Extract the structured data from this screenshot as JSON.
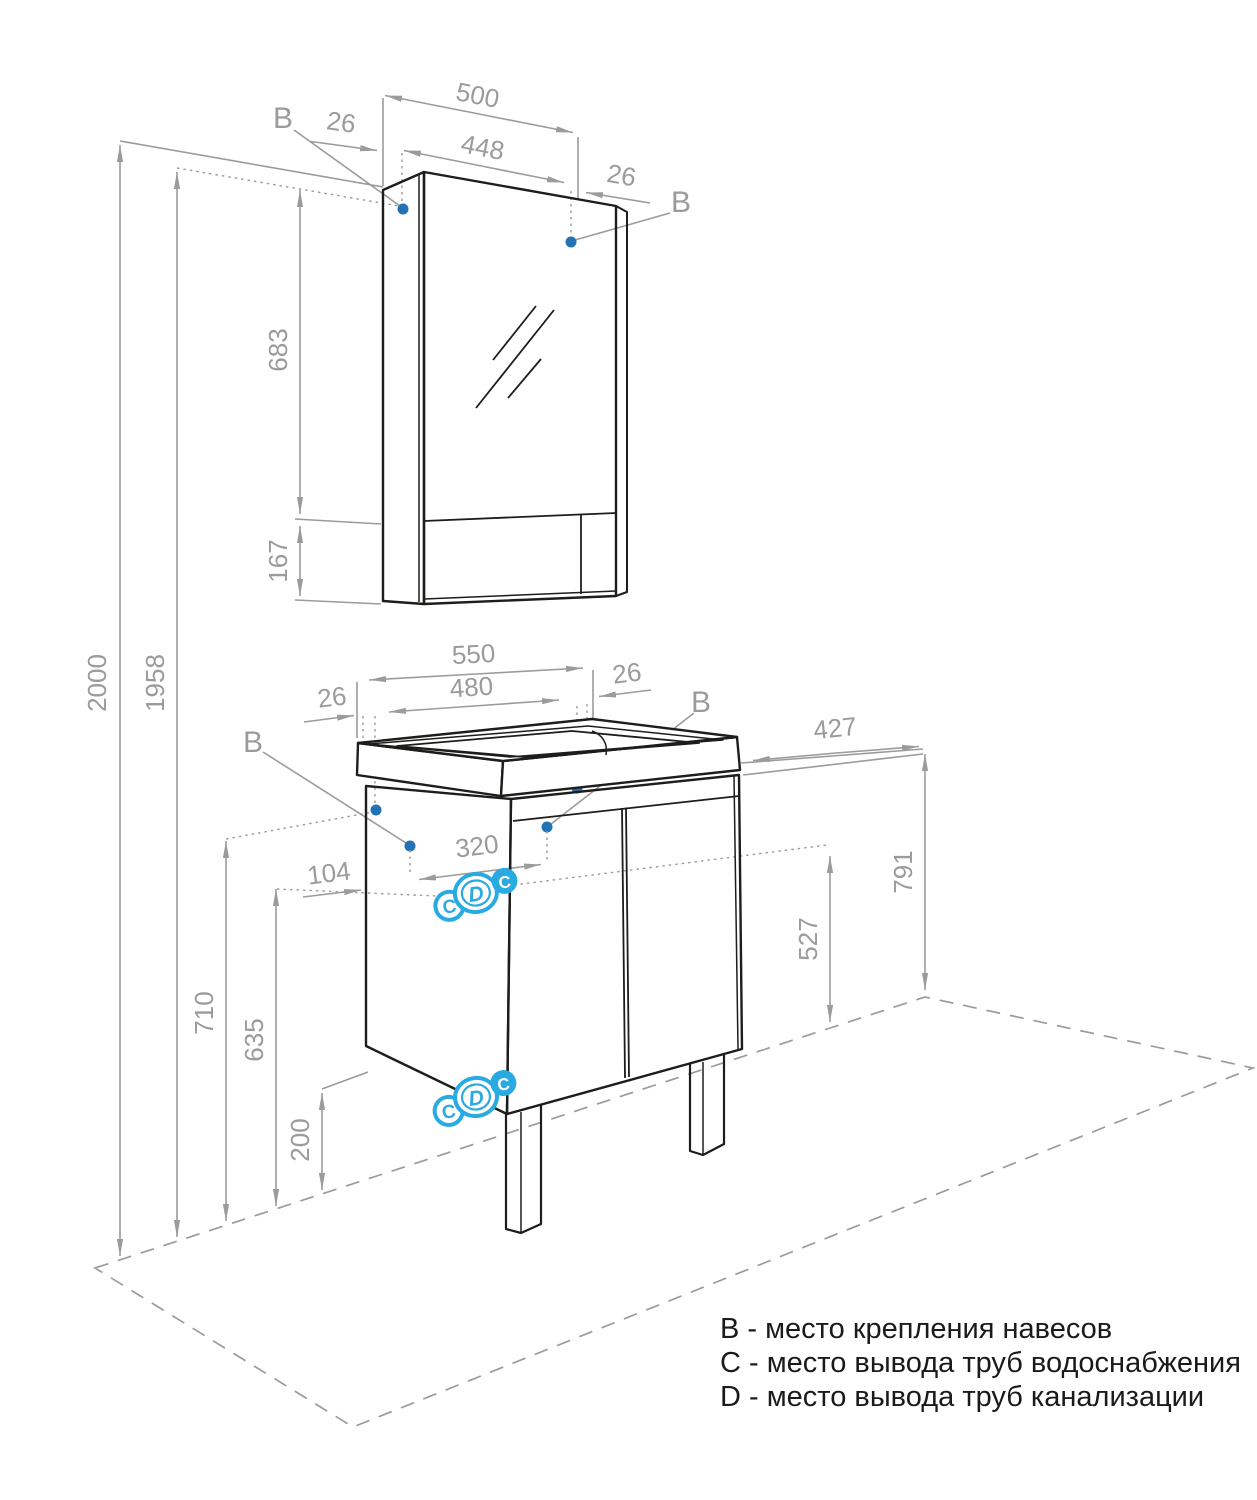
{
  "page": {
    "background": "#ffffff"
  },
  "colors": {
    "outline": "#1d1d1b",
    "dimension": "#9b9b9a",
    "mount_dot": "#2272b5",
    "accent": "#29abe2",
    "legend_text": "#1a1a1a"
  },
  "labels": {
    "mount": "B",
    "water": "C",
    "drain": "D"
  },
  "dimensions": {
    "total_height": "2000",
    "mount_height": "1958",
    "mirror": {
      "width": "500",
      "mount_span": "448",
      "side_offset_left": "26",
      "side_offset_right": "26",
      "door_height": "683",
      "shelf_height": "167"
    },
    "vanity": {
      "width": "550",
      "mount_span": "480",
      "side_offset_left": "26",
      "side_offset_right": "26",
      "depth": "427",
      "pipe_span": "320",
      "pipe_offset": "104",
      "height": "791",
      "pipe_height": "527",
      "mount_level": "710",
      "pipe_level": "635",
      "drain_level": "200"
    }
  },
  "legend": {
    "rows": [
      "B - место крепления навесов",
      "C - место вывода труб водоснабжения",
      "D - место вывода труб канализации"
    ]
  }
}
